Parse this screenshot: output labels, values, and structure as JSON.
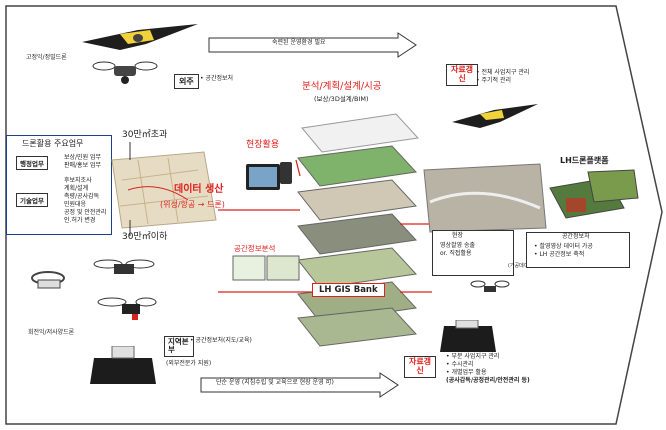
{
  "top": {
    "fixed_wing_drone": "고정익/정밀드론",
    "arrow_top": "숙련된 운영환경 필요",
    "outsource_box": "외주",
    "outsource_note": "공간정보처"
  },
  "left": {
    "main_tasks_title": "드론활용 주요업무",
    "admin_label": "행정업무",
    "admin_items": [
      "보상/민원 업무",
      "판매/홍보 업무"
    ],
    "tech_label": "기술업무",
    "tech_items": [
      "후보지조사",
      "계획/설계",
      "측량/공사감독",
      "민원대응",
      "공정 및 안전관리",
      "인.허가 변경"
    ],
    "area_over": "30만㎡초과",
    "area_under": "30만㎡이하",
    "rotary_drone": "회전익/저사양드론",
    "regional_box": "지역본부",
    "regional_note": "공간정보처(지도/교육)",
    "regional_sub": "(외부전문가 지원)"
  },
  "center": {
    "data_production": "데이터 생산",
    "data_production_sub": "(위성/항공 → 드론)",
    "field_use": "현장활용",
    "analysis_title": "분석/계획/설계/시공",
    "analysis_sub": "(보상/3D설계/BIM)",
    "spatial_analysis": "공간정보분석",
    "gis_bank": "LH GIS Bank"
  },
  "right": {
    "update_top_label": "자료갱신",
    "update_top_items": [
      "전체 사업지구 관리",
      "주기적 관리"
    ],
    "platform_label": "LH드론플랫폼",
    "field_box_title": "현장",
    "field_box_items": [
      "영상촬영 송출",
      "or. 직접활용"
    ],
    "field_box_note": "(가공데이터 회수)",
    "spatial_office_title": "공간정보처",
    "spatial_office_items": [
      "촬영영상 데이터 가공",
      "LH 공간정보 축적"
    ],
    "update_bottom_label": "자료갱신",
    "update_bottom_items": [
      "부분 사업지구 관리",
      "수시관리",
      "개별업무 활용"
    ],
    "update_bottom_sub": "(공사감독/공정관리/안전관리 등)"
  },
  "bottom": {
    "arrow_bottom": "단순 운영 (지침수립 및 교육으로 현장 운영 可)"
  },
  "colors": {
    "accent_red": "#e0201c",
    "line_red": "#d9231f",
    "border_blue": "#1f3f8f"
  }
}
